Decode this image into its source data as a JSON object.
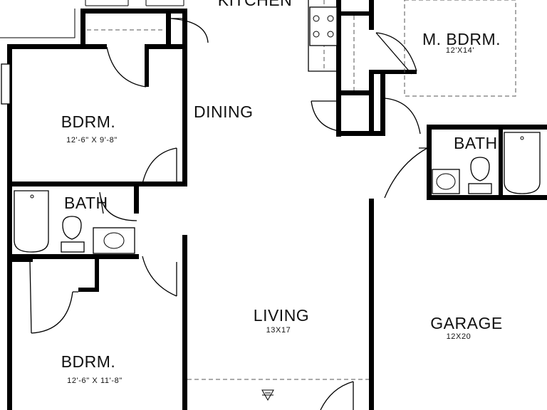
{
  "rooms": {
    "kitchen": {
      "name": "KITCHEN"
    },
    "master_bedroom": {
      "name": "M. BDRM.",
      "dims": "12'X14'"
    },
    "dining": {
      "name": "DINING"
    },
    "bedroom_1": {
      "name": "BDRM.",
      "dims": "12'-6\" X 9'-8\""
    },
    "bath_1": {
      "name": "BATH"
    },
    "bath_2": {
      "name": "BATH"
    },
    "living": {
      "name": "LIVING",
      "dims": "13X17"
    },
    "garage": {
      "name": "GARAGE",
      "dims": "12X20"
    },
    "bedroom_2": {
      "name": "BDRM.",
      "dims": "12'-6\" X 11'-8\""
    }
  },
  "colors": {
    "wall": "#000000",
    "background": "#ffffff",
    "dashed": "#555555"
  }
}
